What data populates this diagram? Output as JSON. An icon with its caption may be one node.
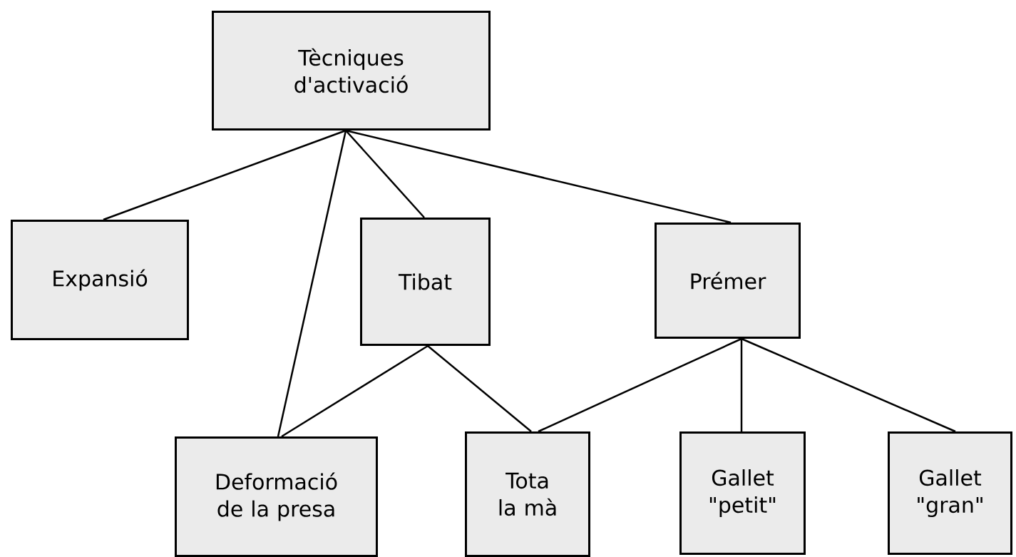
{
  "diagram": {
    "nodes": [
      {
        "text": [
          "Tècniques d'activació"
        ]
      },
      {
        "text": [
          "Expansió"
        ]
      },
      {
        "text": [
          "Tibat"
        ]
      },
      {
        "text": [
          "Prémer"
        ]
      },
      {
        "text": [
          "Deformació de la presa"
        ]
      },
      {
        "text": [
          "Tota la mà"
        ]
      },
      {
        "text": [
          "Gallet \"petit\""
        ]
      },
      {
        "text": [
          "Gallet \"gran\""
        ]
      }
    ],
    "edges": [
      {
        "from": 0,
        "to": 1,
        "arrow": "none"
      },
      {
        "from": 0,
        "to": 4,
        "arrow": "none"
      },
      {
        "from": 0,
        "to": 2,
        "arrow": "none"
      },
      {
        "from": 0,
        "to": 3,
        "arrow": "none"
      },
      {
        "from": 2,
        "to": 4,
        "arrow": "none"
      },
      {
        "from": 2,
        "to": 5,
        "arrow": "none"
      },
      {
        "from": 3,
        "to": 5,
        "arrow": "none"
      },
      {
        "from": 3,
        "to": 6,
        "arrow": "none"
      },
      {
        "from": 3,
        "to": 7,
        "arrow": "none"
      }
    ]
  }
}
